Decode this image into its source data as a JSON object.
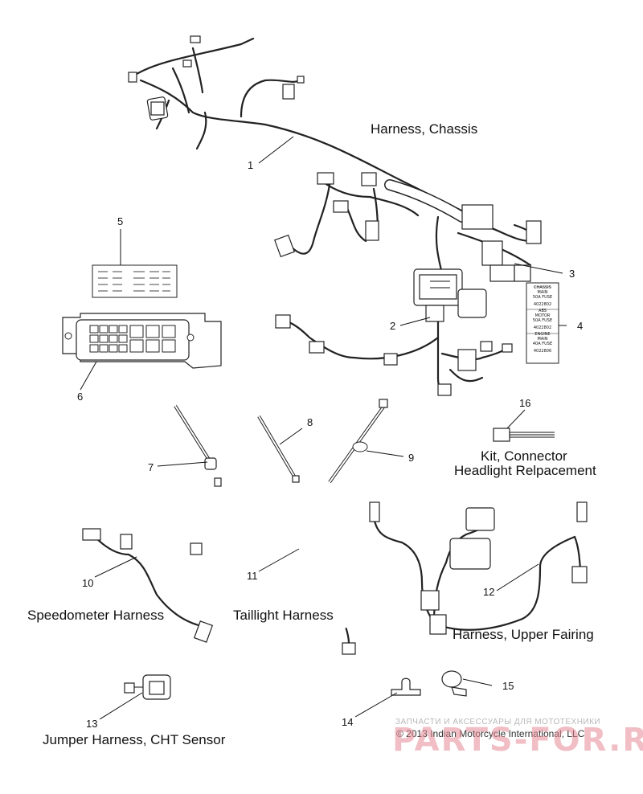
{
  "captions": {
    "harness_chassis": "Harness, Chassis",
    "kit_connector_line1": "Kit, Connector",
    "kit_connector_line2": "Headlight Relpacement",
    "speedometer_harness": "Speedometer Harness",
    "taillight_harness": "Taillight Harness",
    "harness_upper_fairing": "Harness, Upper Fairing",
    "jumper_harness": "Jumper Harness, CHT Sensor"
  },
  "callouts": {
    "n1": "1",
    "n2": "2",
    "n3": "3",
    "n4": "4",
    "n5": "5",
    "n6": "6",
    "n7": "7",
    "n8": "8",
    "n9": "9",
    "n10": "10",
    "n11": "11",
    "n12": "12",
    "n13": "13",
    "n14": "14",
    "n15": "15",
    "n16": "16"
  },
  "fuse_label": {
    "row1": [
      "CHASSIS",
      "MAIN",
      "50A FUSE"
    ],
    "code1": "4022802",
    "row2": [
      "ABS",
      "MOTOR",
      "50A FUSE"
    ],
    "code2": "4022802",
    "row3": [
      "ENGINE",
      "MAIN",
      "40A FUSE"
    ],
    "code3": "4022806"
  },
  "copyright": "© 2013 Indian Motorcycle International, LLC",
  "watermark": {
    "top": "ЗАПЧАСТИ И АКСЕССУАРЫ ДЛЯ МОТОТЕХНИКИ",
    "brand": "PARTS-FOR.RU"
  }
}
